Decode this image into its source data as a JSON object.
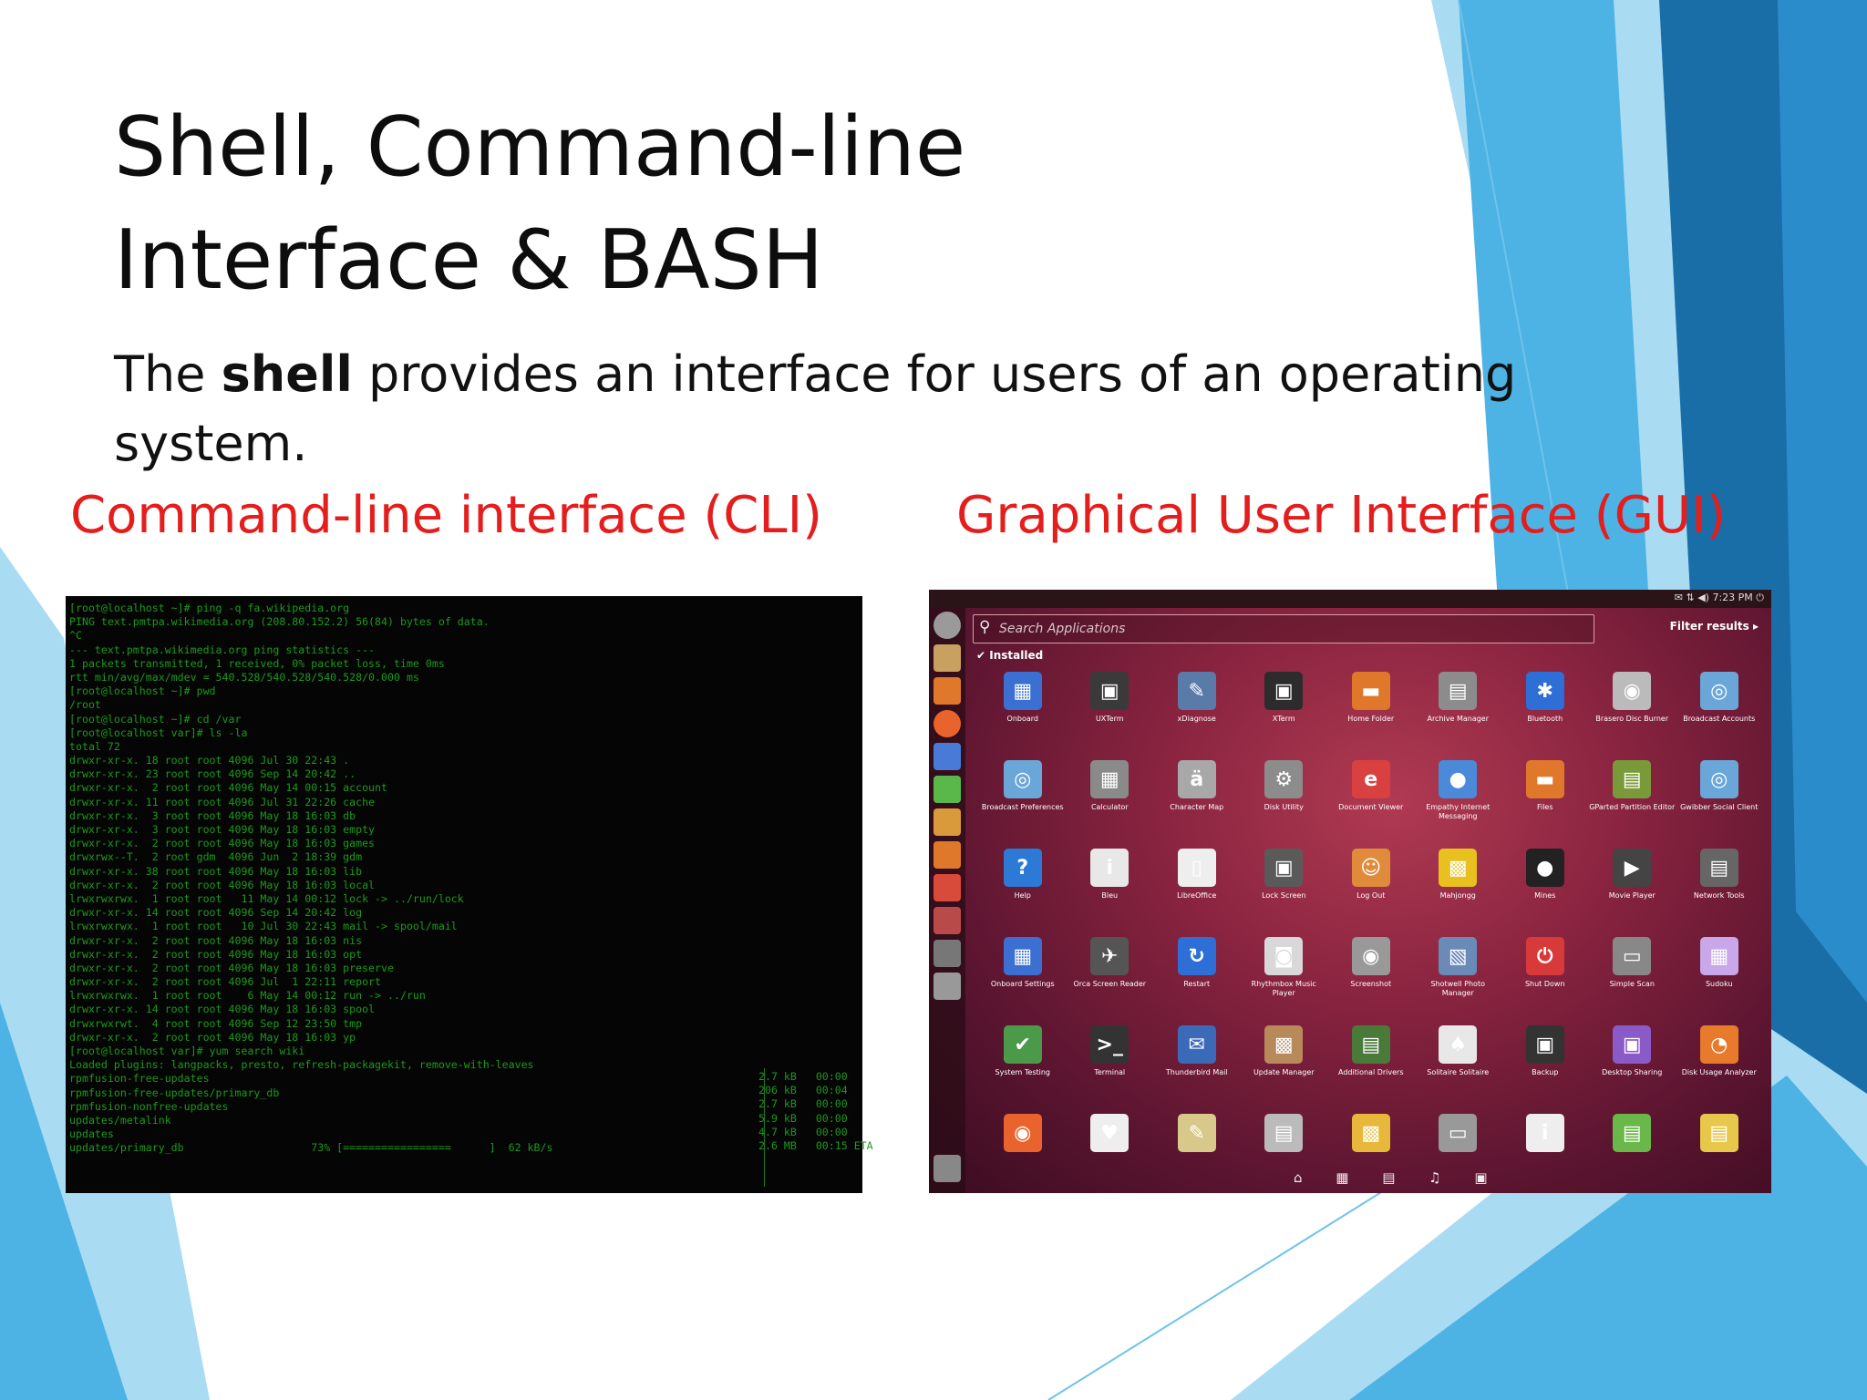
{
  "slide": {
    "title_line1": "Shell, Command-line",
    "title_line2": "Interface & BASH",
    "body_before": "The ",
    "body_bold": "shell",
    "body_after": " provides an interface for users of an operating system.",
    "caption_cli": "Command-line interface (CLI)",
    "caption_gui": "Graphical User Interface (GUI)"
  },
  "colors": {
    "caption": "#e41d1d",
    "deco_light": "#a9dcf3",
    "deco_mid": "#4db2e4",
    "deco_dark": "#1a6ea8",
    "terminal_text": "#1c9a1c"
  },
  "terminal": {
    "lines": [
      "[root@localhost ~]# ping -q fa.wikipedia.org",
      "PING text.pmtpa.wikimedia.org (208.80.152.2) 56(84) bytes of data.",
      "^C",
      "--- text.pmtpa.wikimedia.org ping statistics ---",
      "1 packets transmitted, 1 received, 0% packet loss, time 0ms",
      "rtt min/avg/max/mdev = 540.528/540.528/540.528/0.000 ms",
      "[root@localhost ~]# pwd",
      "/root",
      "[root@localhost ~]# cd /var",
      "[root@localhost var]# ls -la",
      "total 72",
      "drwxr-xr-x. 18 root root 4096 Jul 30 22:43 .",
      "drwxr-xr-x. 23 root root 4096 Sep 14 20:42 ..",
      "drwxr-xr-x.  2 root root 4096 May 14 00:15 account",
      "drwxr-xr-x. 11 root root 4096 Jul 31 22:26 cache",
      "drwxr-xr-x.  3 root root 4096 May 18 16:03 db",
      "drwxr-xr-x.  3 root root 4096 May 18 16:03 empty",
      "drwxr-xr-x.  2 root root 4096 May 18 16:03 games",
      "drwxrwx--T.  2 root gdm  4096 Jun  2 18:39 gdm",
      "drwxr-xr-x. 38 root root 4096 May 18 16:03 lib",
      "drwxr-xr-x.  2 root root 4096 May 18 16:03 local",
      "lrwxrwxrwx.  1 root root   11 May 14 00:12 lock -> ../run/lock",
      "drwxr-xr-x. 14 root root 4096 Sep 14 20:42 log",
      "lrwxrwxrwx.  1 root root   10 Jul 30 22:43 mail -> spool/mail",
      "drwxr-xr-x.  2 root root 4096 May 18 16:03 nis",
      "drwxr-xr-x.  2 root root 4096 May 18 16:03 opt",
      "drwxr-xr-x.  2 root root 4096 May 18 16:03 preserve",
      "drwxr-xr-x.  2 root root 4096 Jul  1 22:11 report",
      "lrwxrwxrwx.  1 root root    6 May 14 00:12 run -> ../run",
      "drwxr-xr-x. 14 root root 4096 May 18 16:03 spool",
      "drwxrwxrwt.  4 root root 4096 Sep 12 23:50 tmp",
      "drwxr-xr-x.  2 root root 4096 May 18 16:03 yp",
      "[root@localhost var]# yum search wiki",
      "Loaded plugins: langpacks, presto, refresh-packagekit, remove-with-leaves",
      "rpmfusion-free-updates",
      "rpmfusion-free-updates/primary_db",
      "rpmfusion-nonfree-updates",
      "updates/metalink",
      "updates",
      "updates/primary_db                    73% [=================      ]  62 kB/s"
    ],
    "right_column": [
      "2.7 kB   00:00",
      "206 kB   00:04",
      "2.7 kB   00:00",
      "5.9 kB   00:00",
      "4.7 kB   00:00",
      "2.6 MB   00:15 ETA"
    ]
  },
  "gui": {
    "topbar_status": "✉ ⇅ ◀) 7:23 PM ⏻",
    "search_placeholder": "Search Applications",
    "filter_label": "Filter results ▸",
    "installed_label": "Installed",
    "bottom_nav": "⌂ ▦ ▤ ♫ ▣",
    "apps": [
      {
        "label": "Onboard",
        "icon": "▦",
        "color": "#3b6fd1"
      },
      {
        "label": "UXTerm",
        "icon": "▣",
        "color": "#3a3a3a"
      },
      {
        "label": "xDiagnose",
        "icon": "✎",
        "color": "#5a7aa8"
      },
      {
        "label": "XTerm",
        "icon": "▣",
        "color": "#2c2c2c"
      },
      {
        "label": "Home Folder",
        "icon": "▬",
        "color": "#e0782c"
      },
      {
        "label": "Archive Manager",
        "icon": "▤",
        "color": "#8c8c8c"
      },
      {
        "label": "Bluetooth",
        "icon": "✱",
        "color": "#2d6fd6"
      },
      {
        "label": "Brasero Disc Burner",
        "icon": "◉",
        "color": "#bbbbbb"
      },
      {
        "label": "Broadcast Accounts",
        "icon": "◎",
        "color": "#6aa6d8"
      },
      {
        "label": "Broadcast Preferences",
        "icon": "◎",
        "color": "#6aa6d8"
      },
      {
        "label": "Calculator",
        "icon": "▦",
        "color": "#8a8a8a"
      },
      {
        "label": "Character Map",
        "icon": "ä",
        "color": "#a8a8a8"
      },
      {
        "label": "Disk Utility",
        "icon": "⚙",
        "color": "#8c8c8c"
      },
      {
        "label": "Document Viewer",
        "icon": "e",
        "color": "#d94040"
      },
      {
        "label": "Empathy Internet Messaging",
        "icon": "●",
        "color": "#4a8ad8"
      },
      {
        "label": "Files",
        "icon": "▬",
        "color": "#e0782c"
      },
      {
        "label": "GParted Partition Editor",
        "icon": "▤",
        "color": "#7a9a3a"
      },
      {
        "label": "Gwibber Social Client",
        "icon": "◎",
        "color": "#6aa6d8"
      },
      {
        "label": "Help",
        "icon": "?",
        "color": "#2d7ad6"
      },
      {
        "label": "Bleu",
        "icon": "i",
        "color": "#e8e8e8"
      },
      {
        "label": "LibreOffice",
        "icon": "▯",
        "color": "#eeeeee"
      },
      {
        "label": "Lock Screen",
        "icon": "▣",
        "color": "#5a5a5a"
      },
      {
        "label": "Log Out",
        "icon": "☺",
        "color": "#e08a3c"
      },
      {
        "label": "Mahjongg",
        "icon": "▩",
        "color": "#e8c020"
      },
      {
        "label": "Mines",
        "icon": "●",
        "color": "#222222"
      },
      {
        "label": "Movie Player",
        "icon": "▶",
        "color": "#444444"
      },
      {
        "label": "Network Tools",
        "icon": "▤",
        "color": "#666666"
      },
      {
        "label": "Onboard Settings",
        "icon": "▦",
        "color": "#3b6fd1"
      },
      {
        "label": "Orca Screen Reader",
        "icon": "✈",
        "color": "#555555"
      },
      {
        "label": "Restart",
        "icon": "↻",
        "color": "#2d6fd6"
      },
      {
        "label": "Rhythmbox Music Player",
        "icon": "◙",
        "color": "#d8d8d8"
      },
      {
        "label": "Screenshot",
        "icon": "◉",
        "color": "#999999"
      },
      {
        "label": "Shotwell Photo Manager",
        "icon": "▧",
        "color": "#6a8ab8"
      },
      {
        "label": "Shut Down",
        "icon": "⏻",
        "color": "#d83a3a"
      },
      {
        "label": "Simple Scan",
        "icon": "▭",
        "color": "#888888"
      },
      {
        "label": "Sudoku",
        "icon": "▦",
        "color": "#c8a8e8"
      },
      {
        "label": "System Testing",
        "icon": "✔",
        "color": "#4a9a4a"
      },
      {
        "label": "Terminal",
        "icon": ">_",
        "color": "#333333"
      },
      {
        "label": "Thunderbird Mail",
        "icon": "✉",
        "color": "#3a6ab8"
      },
      {
        "label": "Update Manager",
        "icon": "▩",
        "color": "#b88a5a"
      },
      {
        "label": "Additional Drivers",
        "icon": "▤",
        "color": "#4a7a3a"
      },
      {
        "label": "Solitaire Solitaire",
        "icon": "♠",
        "color": "#e8e8e8"
      },
      {
        "label": "Backup",
        "icon": "▣",
        "color": "#333333"
      },
      {
        "label": "Desktop Sharing",
        "icon": "▣",
        "color": "#8a5ac8"
      },
      {
        "label": "Disk Usage Analyzer",
        "icon": "◔",
        "color": "#e87a2c"
      },
      {
        "label": "",
        "icon": "◉",
        "color": "#e8642c"
      },
      {
        "label": "",
        "icon": "♥",
        "color": "#eeeeee"
      },
      {
        "label": "",
        "icon": "✎",
        "color": "#d8c88a"
      },
      {
        "label": "",
        "icon": "▤",
        "color": "#bbbbbb"
      },
      {
        "label": "",
        "icon": "▩",
        "color": "#e8b83a"
      },
      {
        "label": "",
        "icon": "▭",
        "color": "#999999"
      },
      {
        "label": "",
        "icon": "i",
        "color": "#eeeeee"
      },
      {
        "label": "",
        "icon": "▤",
        "color": "#6ab84a"
      },
      {
        "label": "",
        "icon": "▤",
        "color": "#e8c84a"
      }
    ]
  }
}
